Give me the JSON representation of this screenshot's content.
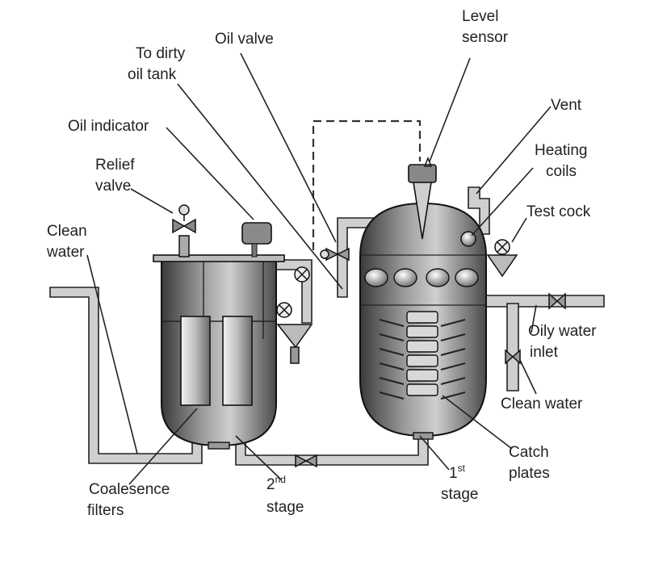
{
  "labels": {
    "level_sensor": [
      "Level",
      "sensor"
    ],
    "oil_valve": "Oil valve",
    "to_dirty_oil_tank": [
      "To dirty",
      "oil tank"
    ],
    "vent": "Vent",
    "oil_indicator": "Oil indicator",
    "heating_coils": [
      "Heating",
      "coils"
    ],
    "relief_valve": [
      "Relief",
      "valve"
    ],
    "test_cock": "Test cock",
    "clean_water_left": [
      "Clean",
      "water"
    ],
    "oily_water_inlet": [
      "Oily water",
      "inlet"
    ],
    "clean_water_right": "Clean water",
    "catch_plates": [
      "Catch",
      "plates"
    ],
    "coalescence_filters": [
      "Coalesence",
      "filters"
    ],
    "second_stage": {
      "number": "2",
      "suffix": "nd",
      "word": "stage"
    },
    "first_stage": {
      "number": "1",
      "suffix": "st",
      "word": "stage"
    }
  }
}
